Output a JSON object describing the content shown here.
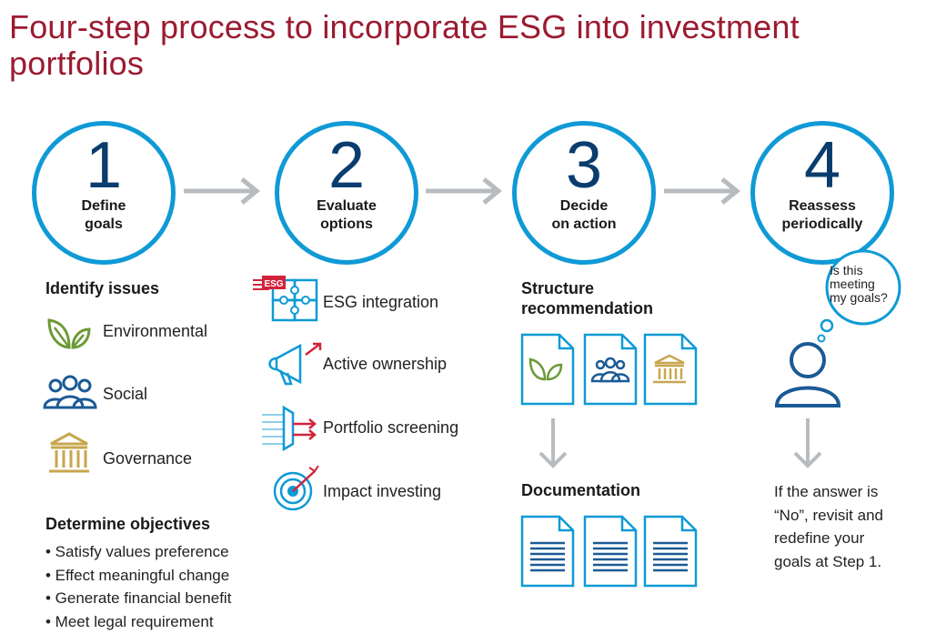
{
  "title": "Four-step process to incorporate ESG into investment portfolios",
  "steps": [
    {
      "number": "1",
      "label": "Define\ngoals"
    },
    {
      "number": "2",
      "label": "Evaluate\noptions"
    },
    {
      "number": "3",
      "label": "Decide\non action"
    },
    {
      "number": "4",
      "label": "Reassess\nperiodically"
    }
  ],
  "step1": {
    "identify_heading": "Identify issues",
    "issues": [
      "Environmental",
      "Social",
      "Governance"
    ],
    "objectives_heading": "Determine objectives",
    "objectives": [
      "• Satisfy values preference",
      "• Effect meaningful change",
      "• Generate financial benefit",
      "• Meet legal requirement"
    ]
  },
  "step2": {
    "options": [
      "ESG integration",
      "Active ownership",
      "Portfolio screening",
      "Impact investing"
    ],
    "esg_badge": "ESG"
  },
  "step3": {
    "structure_heading": "Structure\nrecommendation",
    "documentation_heading": "Documentation"
  },
  "step4": {
    "thought": "Is this\nmeeting\nmy goals?",
    "note": "If the answer is\n“No”, revisit and\nredefine your\ngoals at Step 1."
  },
  "colors": {
    "title": "#9b1b30",
    "circle_border": "#0f9ad6",
    "number": "#0a3d6e",
    "arrow": "#b8bcc0",
    "green": "#6c9a36",
    "navy": "#1b5a95",
    "gold": "#c8a64e",
    "red": "#d2233c"
  }
}
